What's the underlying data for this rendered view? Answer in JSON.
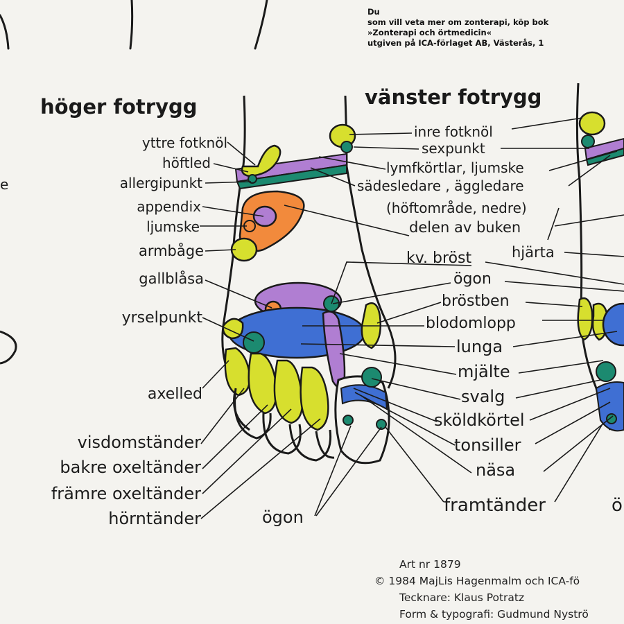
{
  "note": {
    "line1": "Du",
    "line2": "som vill veta mer om zonterapi, köp bok",
    "line3": "»Zonterapi och örtmedicin«",
    "line4": "utgiven på ICA-förlaget AB, Västerås, 1"
  },
  "headings": {
    "right_foot": "höger fotrygg",
    "left_foot": "vänster fotrygg"
  },
  "left_edge_label": "e",
  "labels_left": {
    "yttre_fotknol": "yttre fotknöl",
    "hoftled": "höftled",
    "allergipunkt": "allergipunkt",
    "appendix": "appendix",
    "ljumske": "ljumske",
    "armbage": "armbåge",
    "gallblasa": "gallblåsa",
    "yrselpunkt": "yrselpunkt",
    "axelled": "axelled",
    "visdomstander": "visdomständer",
    "bakre_oxeltander": "bakre oxeltänder",
    "framre_oxeltander": "främre oxeltänder",
    "horntander": "hörntänder",
    "ogon_bottom": "ögon"
  },
  "labels_middle": {
    "inre_fotknol": "inre fotknöl",
    "sexpunkt": "sexpunkt",
    "lymfkortlar": "lymfkörtlar, ljumske",
    "sadesledare": "sädesledare , äggledare",
    "hoftomrade": "(höftområde, nedre)",
    "delen_av_buken": "delen av buken",
    "hjarta": "hjärta",
    "kv_brost": "kv. bröst",
    "ogon": "ögon",
    "brostben": "bröstben",
    "blodomlopp": "blodomlopp",
    "lunga": "lunga",
    "mjalte": "mjälte",
    "svalg": "svalg",
    "skoldkortel": "sköldkörtel",
    "tonsiller": "tonsiller",
    "nasa": "näsa",
    "framtander": "framtänder",
    "right_edge_partial": "ö"
  },
  "credits": {
    "art": "Art nr 1879",
    "copyright": "© 1984 MajLis Hagenmalm och ICA-fö",
    "tecknare": "Tecknare: Klaus Potratz",
    "form": "Form & typografi: Gudmund Nyströ"
  },
  "colors": {
    "paper": "#f4f3ef",
    "ink": "#1a1a1a",
    "yellow": "#d7df2e",
    "purple": "#b07ed2",
    "blue": "#3f6fd3",
    "teal": "#1c8a70",
    "orange": "#f28a3c"
  }
}
